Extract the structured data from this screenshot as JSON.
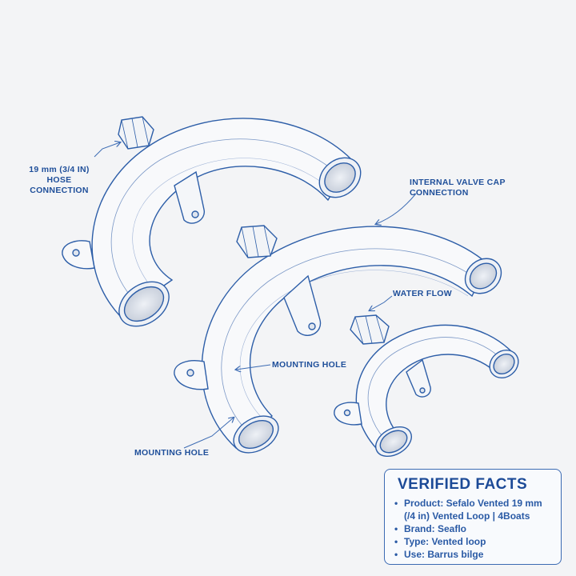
{
  "labels": {
    "hose_connection": [
      "19 mm (3/4 IN)",
      "HOSE CONNECTION"
    ],
    "internal_valve_cap": [
      "INTERNAL VALVE CAP",
      "CONNECTION"
    ],
    "water_flow": "WATER FLOW",
    "mounting_hole_middle": "MOUNTING HOLE",
    "mounting_hole_bottom": "MOUNTING HOLE"
  },
  "facts": {
    "title": "VERIFIED FACTS",
    "items": [
      "Product: Sefalo Vented 19 mm",
      "(/4 in) Vented Loop | 4Boats",
      "Brand: Seaflo",
      "Type: Vented loop",
      "Use: Barrus bilge"
    ]
  },
  "colors": {
    "ink": "#1f4f9a",
    "stroke": "#3c6bb3",
    "background": "#f3f4f6"
  }
}
